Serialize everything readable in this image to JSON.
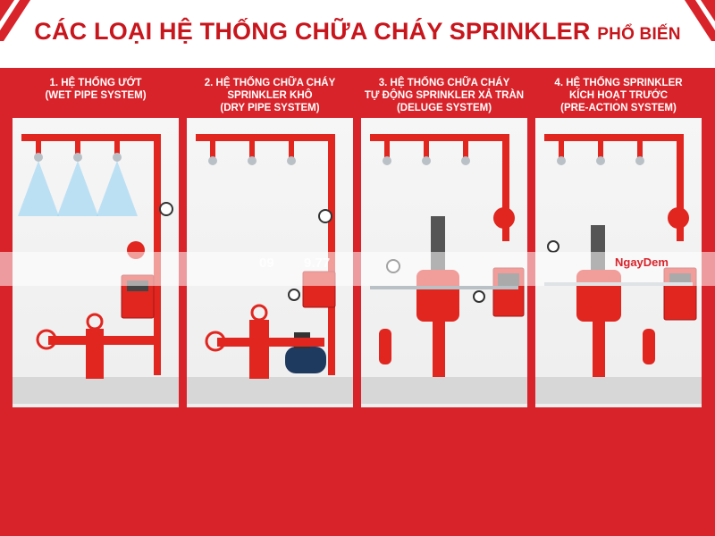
{
  "title": {
    "main": "CÁC LOẠI HỆ THỐNG CHỮA CHÁY SPRINKLER",
    "tail": "PHỔ BIẾN"
  },
  "panels": [
    {
      "line1": "1. HỆ THỐNG ƯỚT",
      "line2": "(WET PIPE SYSTEM)",
      "line3": ""
    },
    {
      "line1": "2. HỆ THỐNG CHỮA CHÁY",
      "line2": "SPRINKLER KHÔ",
      "line3": "(DRY PIPE SYSTEM)"
    },
    {
      "line1": "3. HỆ THỐNG CHỮA CHÁY",
      "line2": "TỰ ĐỘNG SPRINKLER XẢ TRÀN",
      "line3": "(DELUGE SYSTEM)"
    },
    {
      "line1": "4. HỆ THỐNG SPRINKLER",
      "line2": "KÍCH HOẠT TRƯỚC",
      "line3": "(PRE-ACTION SYSTEM)"
    }
  ],
  "watermark": {
    "left": "09",
    "mid": "9.77",
    "brand": "NgayDem"
  },
  "colors": {
    "brand_red": "#d9232a",
    "pipe_red": "#e0261f",
    "silver": "#b9c0c6"
  }
}
